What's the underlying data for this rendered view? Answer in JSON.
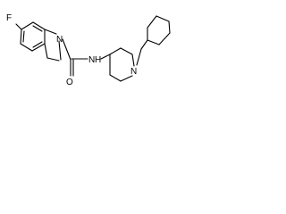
{
  "molecule": {
    "atoms": {
      "fluorine": "F",
      "ring_nitrogen": "N",
      "carbonyl_oxygen": "O",
      "amide_nitrogen": "N",
      "amide_hydrogen": "H",
      "piperidine_nitrogen": "N"
    }
  }
}
